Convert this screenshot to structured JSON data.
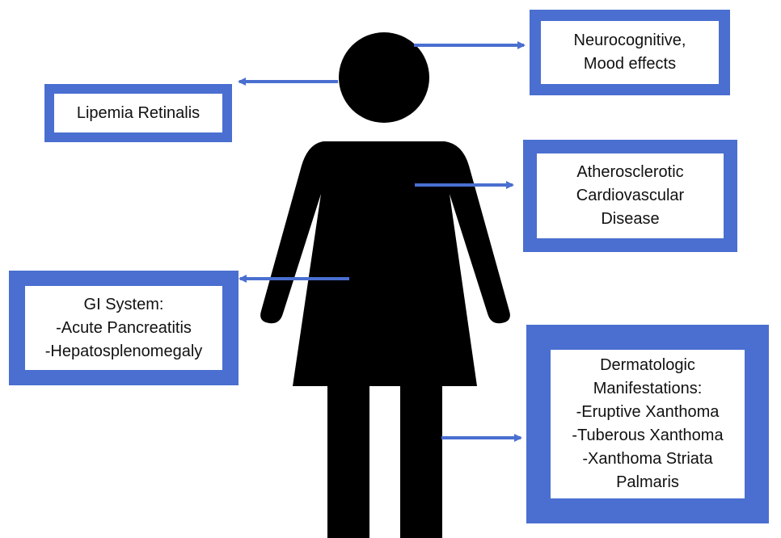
{
  "colors": {
    "box_border": "#4a6fd0",
    "arrow": "#4a6fd0",
    "silhouette": "#000000",
    "box_fill": "#ffffff"
  },
  "icons": {
    "figure": "female-figure-icon"
  },
  "labels": {
    "neuro": [
      "Neurocognitive,",
      "Mood effects"
    ],
    "retina": [
      "Lipemia Retinalis"
    ],
    "ascvd": [
      "Atherosclerotic",
      "Cardiovascular",
      "Disease"
    ],
    "gi": [
      "GI System:",
      "-Acute Pancreatitis",
      "-Hepatosplenomegaly"
    ],
    "derm": [
      "Dermatologic",
      "Manifestations:",
      "-Eruptive Xanthoma",
      "-Tuberous Xanthoma",
      "-Xanthoma Striata",
      "Palmaris"
    ]
  }
}
